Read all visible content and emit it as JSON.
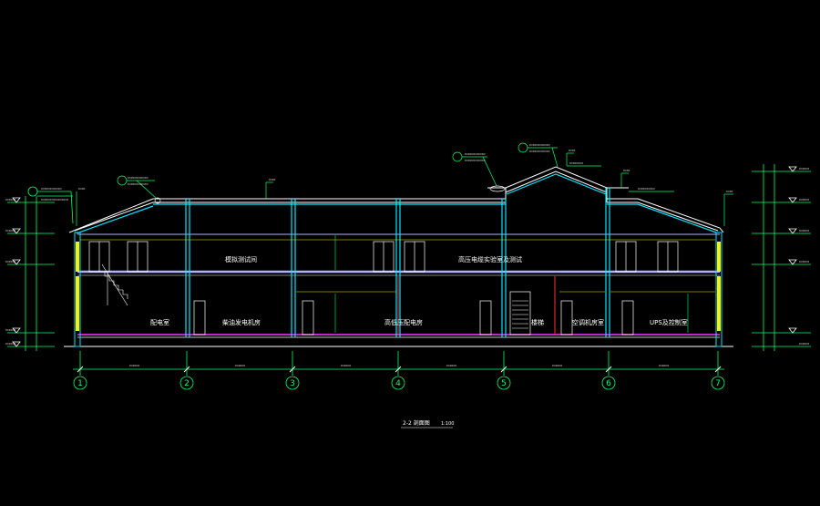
{
  "drawing": {
    "caption": "2-2 剖面图",
    "scale": "1:100",
    "colors": {
      "background": "#000000",
      "wall": "#00e5ff",
      "roof": "#ffffff",
      "slab": "#b0b0ff",
      "dim": "#00ff66",
      "annotation": "#ffffff",
      "yellow": "#ffee00",
      "magenta": "#ff33ff",
      "red": "#ff3030",
      "green": "#00ff66"
    },
    "grid_labels": [
      "1",
      "2",
      "3",
      "4",
      "5",
      "6",
      "7"
    ],
    "room_labels": {
      "upper_left": "模拟测试间",
      "upper_right": "高压电缆实验室及测试",
      "lower_1": "配电室",
      "lower_2": "柴油发电机房",
      "lower_3": "高低压配电房",
      "lower_4": "楼梯",
      "lower_5": "空调机房室",
      "lower_6": "UPS及控制室"
    }
  }
}
